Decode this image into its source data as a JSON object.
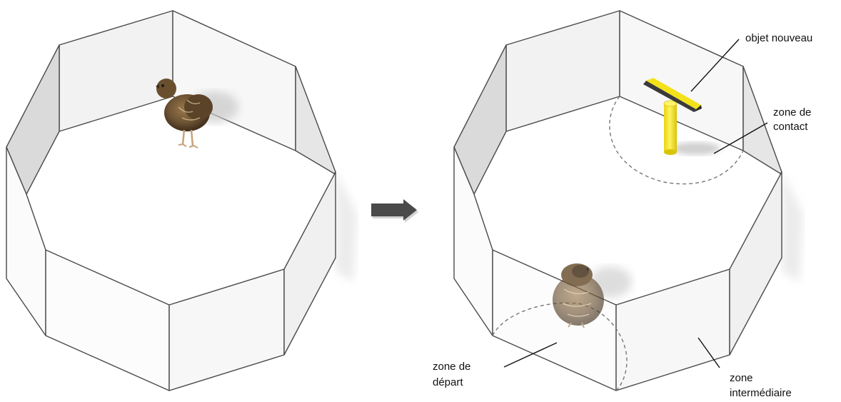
{
  "labels": {
    "objet_nouveau": "objet nouveau",
    "zone_contact_line1": "zone de",
    "zone_contact_line2": "contact",
    "zone_depart_line1": "zone de",
    "zone_depart_line2": "départ",
    "zone_intermediaire_line1": "zone",
    "zone_intermediaire_line2": "intermédiaire"
  },
  "colors": {
    "wall_light": "#f5f5f5",
    "wall_mid": "#e6e6e6",
    "wall_dark": "#d4d4d4",
    "edge": "#4a4a4a",
    "object_yellow": "#f3e21a",
    "object_dark": "#3a3a3a",
    "arrow": "#4a4a4a",
    "quail_brown": "#6e5434"
  },
  "icons": {
    "transition_arrow": "arrow-right-icon",
    "animal": "quail-icon",
    "novel_object": "t-shaped-object-icon"
  }
}
